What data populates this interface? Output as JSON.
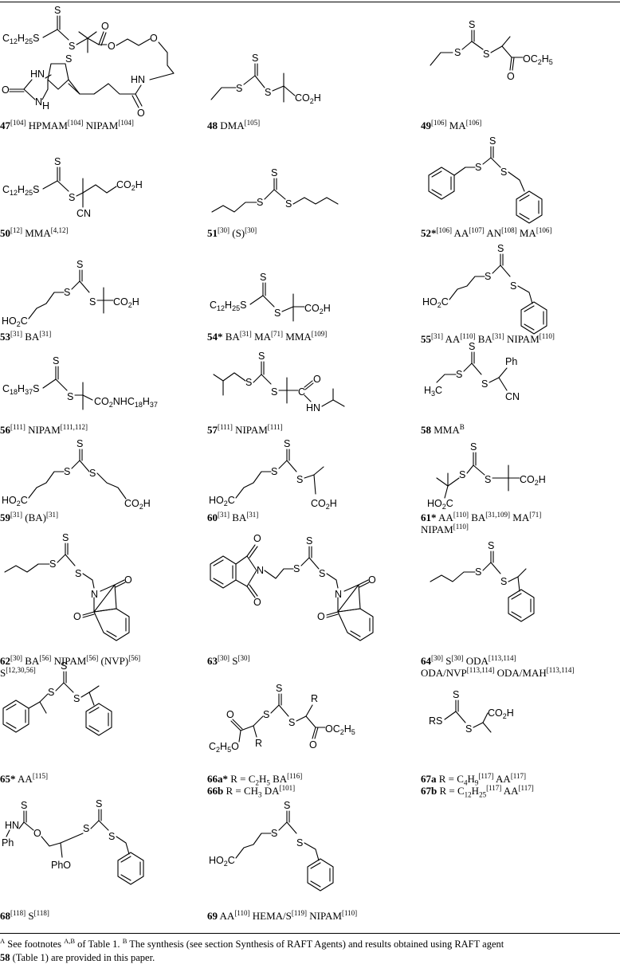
{
  "compounds": [
    {
      "id": "47",
      "ref": "[104]",
      "monomers": " HPMAM[104] NIPAM[104]"
    },
    {
      "id": "48",
      "ref": "",
      "monomers": " DMA[105]"
    },
    {
      "id": "49",
      "ref": "[106]",
      "monomers": " MA[106]"
    },
    {
      "id": "50",
      "ref": "[12]",
      "monomers": " MMA[4,12]"
    },
    {
      "id": "51",
      "ref": "[30]",
      "monomers": " (S)[30]"
    },
    {
      "id": "52*",
      "ref": "[106]",
      "monomers": " AA[107] AN[108] MA[106]"
    },
    {
      "id": "53",
      "ref": "[31]",
      "monomers": " BA[31]"
    },
    {
      "id": "54*",
      "ref": "",
      "monomers": " BA[31] MA[71] MMA[109]"
    },
    {
      "id": "55",
      "ref": "[31]",
      "monomers": " AA[110] BA[31] NIPAM[110]"
    },
    {
      "id": "56",
      "ref": "[111]",
      "monomers": " NIPAM[111,112]"
    },
    {
      "id": "57",
      "ref": "[111]",
      "monomers": " NIPAM[111]"
    },
    {
      "id": "58",
      "ref": "",
      "monomers": " MMA B"
    },
    {
      "id": "59",
      "ref": "[31]",
      "monomers": " (BA)[31]"
    },
    {
      "id": "60",
      "ref": "[31]",
      "monomers": " BA[31]"
    },
    {
      "id": "61*",
      "ref": "",
      "monomers": " AA[110] BA[31,109] MA[71]",
      "line2": "NIPAM[110]"
    },
    {
      "id": "62",
      "ref": "[30]",
      "monomers": " BA[56] NIPAM[56] (NVP)[56]",
      "line2": "S[12,30,56]"
    },
    {
      "id": "63",
      "ref": "[30]",
      "monomers": " S[30]"
    },
    {
      "id": "64",
      "ref": "[30]",
      "monomers": " S[30] ODA[113,114]",
      "line2": "ODA/NVP[113,114] ODA/MAH[113,114]"
    },
    {
      "id": "65*",
      "ref": "",
      "monomers": " AA[115]"
    },
    {
      "id": "66a*",
      "ref": "",
      "monomers": " R = C2H5 BA[116]",
      "line2": "66b R = CH3 DA[101]"
    },
    {
      "id": "67a",
      "ref": "",
      "monomers": " R = C4H9[117] AA[117]",
      "line2": "67b R = C12H25[117] AA[117]"
    },
    {
      "id": "68",
      "ref": "[118]",
      "monomers": " S[118]"
    },
    {
      "id": "69",
      "ref": "",
      "monomers": " AA[110] HEMA/S[119] NIPAM[110]"
    }
  ],
  "atoms": {
    "S": "S",
    "O": "O",
    "N": "N",
    "Ph": "Ph",
    "R": "R",
    "RS": "RS",
    "H3C": "H3C",
    "CN": "CN",
    "HN": "HN",
    "HO2C": "HO2C",
    "CO2H": "CO2H",
    "OC2H5": "OC2H5",
    "C2H5O": "C2H5O",
    "C12H25": "C12H25",
    "C18H37": "C18H37",
    "CO2NHC18H37": "CO2NHC18H37",
    "PhO": "PhO",
    "HN2": "HN",
    "O2": "O"
  },
  "footnote": {
    "line1": "A See footnotes A,B of Table 1. B The synthesis (see section Synthesis of RAFT Agents) and results obtained using RAFT agent",
    "line2": "58 (Table 1) are provided in this paper."
  }
}
